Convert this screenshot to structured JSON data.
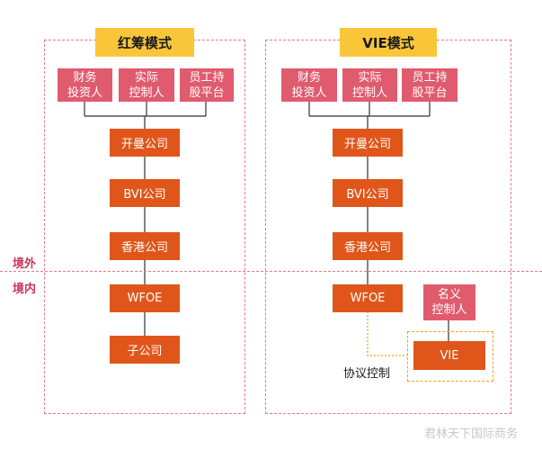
{
  "regions": {
    "outside": "境外",
    "inside": "境内"
  },
  "left": {
    "title": "红筹模式",
    "investors": [
      "财务\n投资人",
      "实际\n控制人",
      "员工持\n股平台"
    ],
    "chain": [
      "开曼公司",
      "BVI公司",
      "香港公司",
      "WFOE",
      "子公司"
    ]
  },
  "right": {
    "title": "VIE模式",
    "investors": [
      "财务\n投资人",
      "实际\n控制人",
      "员工持\n股平台"
    ],
    "chain": [
      "开曼公司",
      "BVI公司",
      "香港公司",
      "WFOE"
    ],
    "nominee": "名义\n控制人",
    "vie": "VIE",
    "agreement_label": "协议控制"
  },
  "watermark": "君林天下国际商务"
}
